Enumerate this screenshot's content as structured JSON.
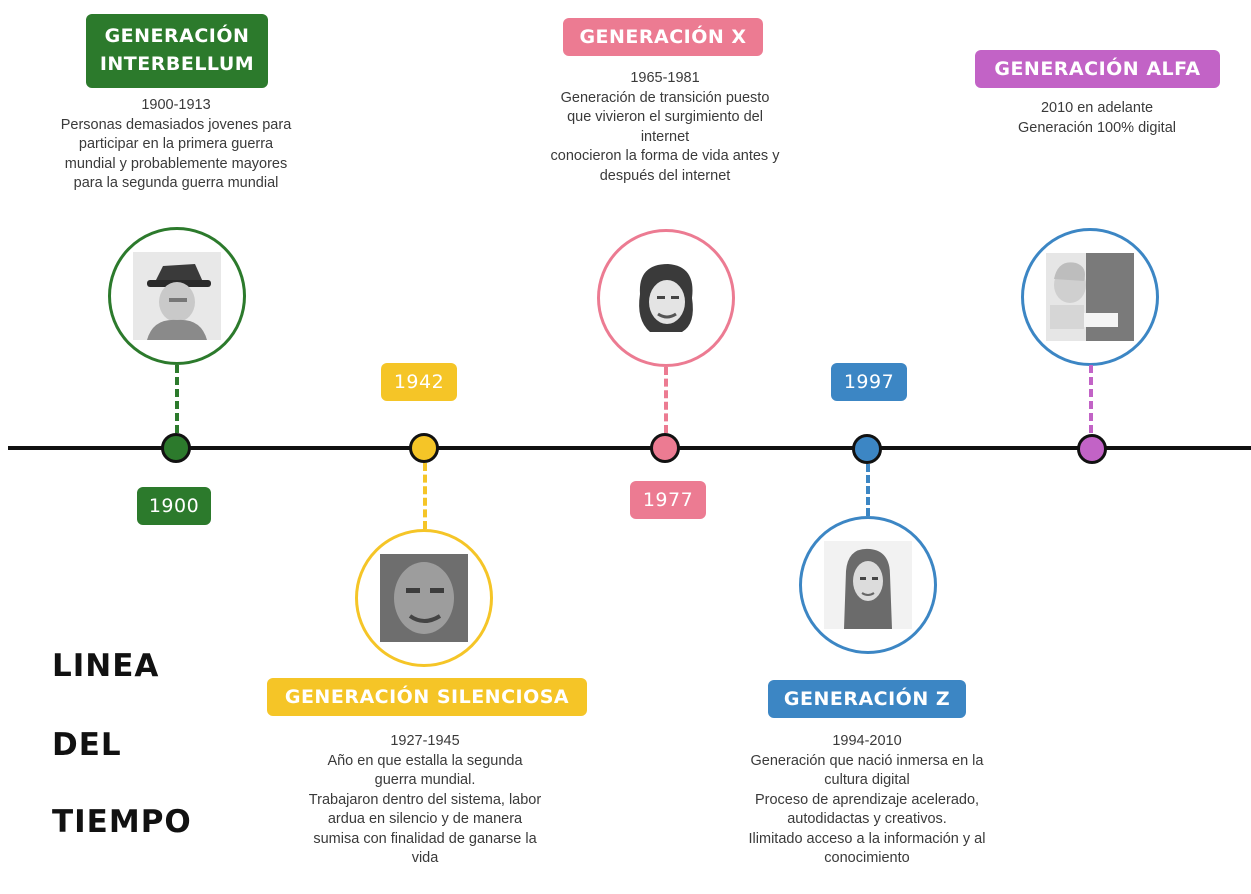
{
  "title": {
    "line1": "LINEA",
    "line2": "DEL",
    "line3": "TIEMPO"
  },
  "colors": {
    "green": "#2c7a2c",
    "yellow": "#f5c527",
    "pink": "#ec7b92",
    "blue": "#3c86c4",
    "purple": "#c263c6",
    "line": "#111111"
  },
  "generations": [
    {
      "name": "GENERACIÓN\nINTERBELLUM",
      "marker_year": "1900",
      "description": "1900-1913\nPersonas demasiados jovenes para\nparticipar en la primera guerra\nmundial y probablemente mayores\npara la segunda guerra mundial",
      "icon": "elderly-man-portrait"
    },
    {
      "name": "GENERACIÓN SILENCIOSA",
      "marker_year": "1942",
      "description": "1927-1945\nAño en que estalla la segunda\nguerra mundial.\nTrabajaron dentro del sistema, labor\nardua en silencio y de manera\nsumisa con finalidad de ganarse la\nvida",
      "icon": "old-man-portrait"
    },
    {
      "name": "GENERACIÓN X",
      "marker_year": "1977",
      "description": "1965-1981\nGeneración de transición puesto\nque vivieron el surgimiento del\ninternet\nconocieron la forma de vida antes y\ndespués del internet",
      "icon": "woman-portrait"
    },
    {
      "name": "GENERACIÓN Z",
      "marker_year": "1997",
      "description": "1994-2010\nGeneración que nació inmersa en la\ncultura digital\nProceso de aprendizaje acelerado,\nautodidactas y creativos.\nIlimitado acceso a la información y al\nconocimiento",
      "icon": "young-woman-portrait"
    },
    {
      "name": "GENERACIÓN ALFA",
      "marker_year": "",
      "description": "2010 en adelante\nGeneración 100% digital",
      "icon": "child-with-device-portrait"
    }
  ]
}
